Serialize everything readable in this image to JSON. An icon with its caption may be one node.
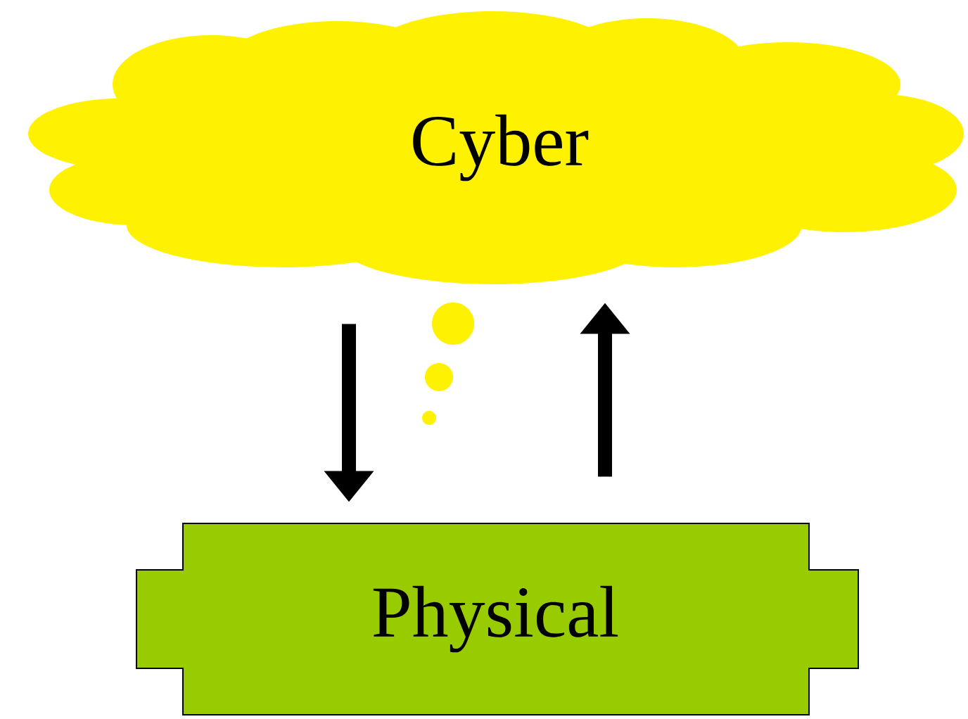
{
  "diagram": {
    "nodes": [
      {
        "text": [
          "Cyber"
        ]
      },
      {
        "text": [
          "Physical"
        ]
      }
    ],
    "edges": [
      {
        "from": 0,
        "to": 1,
        "arrow": "to"
      },
      {
        "from": 1,
        "to": 0,
        "arrow": "to"
      }
    ]
  }
}
